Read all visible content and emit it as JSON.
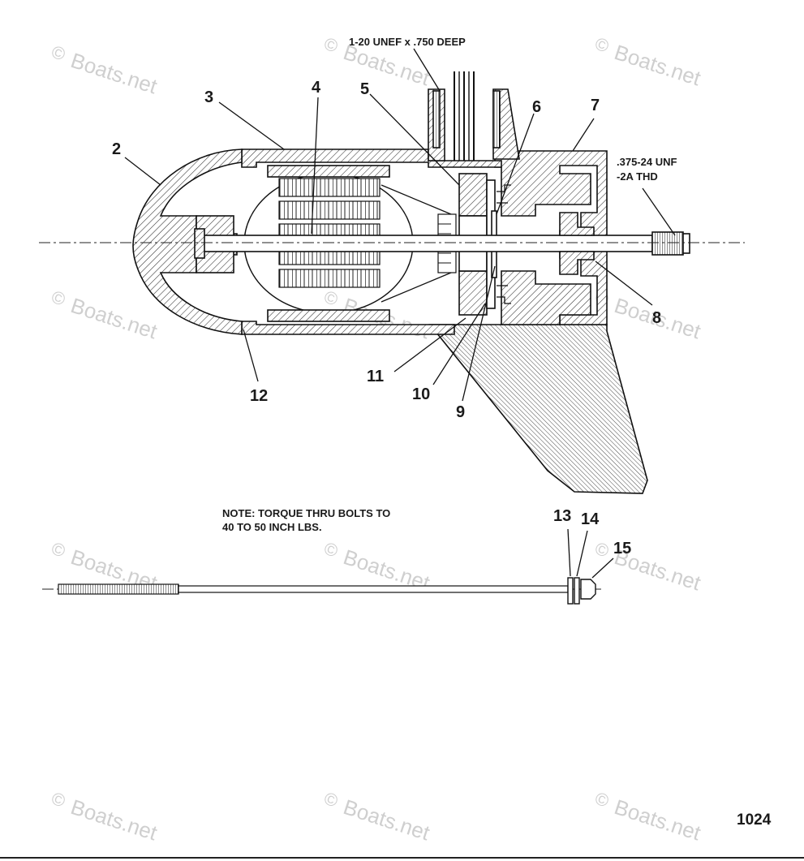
{
  "page_number": "1024",
  "note": {
    "line1": "NOTE: TORQUE THRU BOLTS TO",
    "line2": "40 TO 50 INCH LBS."
  },
  "thread_callouts": {
    "top_port": "1-20 UNEF x .750 DEEP",
    "shaft_thread_line1": ".375-24 UNF",
    "shaft_thread_line2": "-2A THD"
  },
  "part_numbers": [
    "2",
    "3",
    "4",
    "5",
    "6",
    "7",
    "8",
    "9",
    "10",
    "11",
    "12",
    "13",
    "14",
    "15"
  ],
  "watermark": {
    "symbol": "©",
    "text": "Boats.net"
  },
  "colors": {
    "line": "#111111",
    "hatch": "#333333",
    "watermark": "#cfcfcf"
  }
}
